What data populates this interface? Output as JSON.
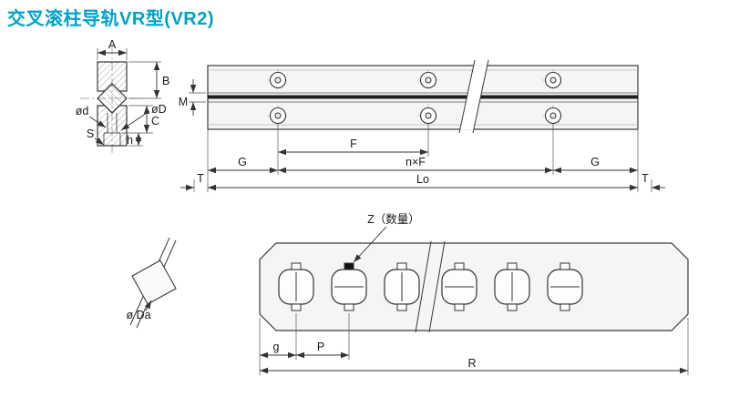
{
  "title": "交叉滚柱导轨VR型(VR2)",
  "colors": {
    "title": "#00a2c8",
    "line": "#3a3a3a",
    "body_fill": "#f5f5f5",
    "dark_band": "#1e1e1e"
  },
  "cross_section": {
    "A": "A",
    "B": "B",
    "C": "C",
    "d": "ød",
    "D": "øD",
    "S": "S",
    "h": "h"
  },
  "rail_view": {
    "M": "M",
    "F": "F",
    "G_left": "G",
    "nF": "n×F",
    "G_right": "G",
    "L0": "Lo",
    "T_left": "T",
    "T_right": "T"
  },
  "roller_view": {
    "Da": "ø Da"
  },
  "cage_view": {
    "Z": "Z（数量）",
    "g": "g",
    "P": "P",
    "R": "R"
  }
}
